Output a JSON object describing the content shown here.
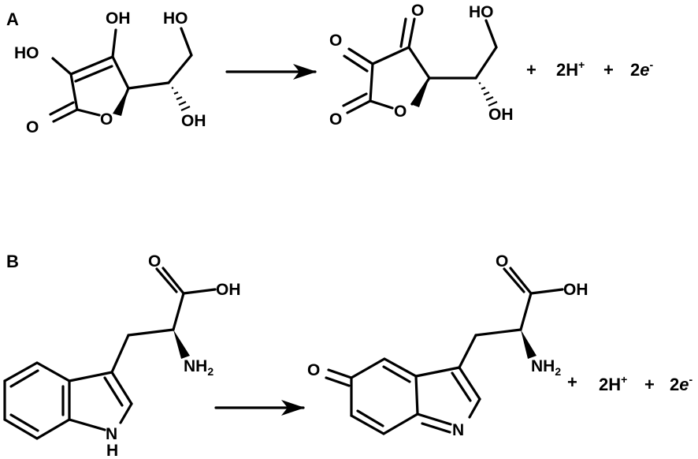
{
  "panels": {
    "a": "A",
    "b": "B"
  },
  "atoms": {
    "oh": "OH",
    "ho": "HO",
    "o": "O",
    "n": "N",
    "h": "H",
    "nh": "NH",
    "sub2": "2"
  },
  "products": {
    "plus": "+",
    "two_h": "2H",
    "h_charge": "+",
    "two": "2",
    "e": "e",
    "e_charge": "-"
  },
  "colors": {
    "ink": "#000000",
    "background": "#ffffff"
  }
}
